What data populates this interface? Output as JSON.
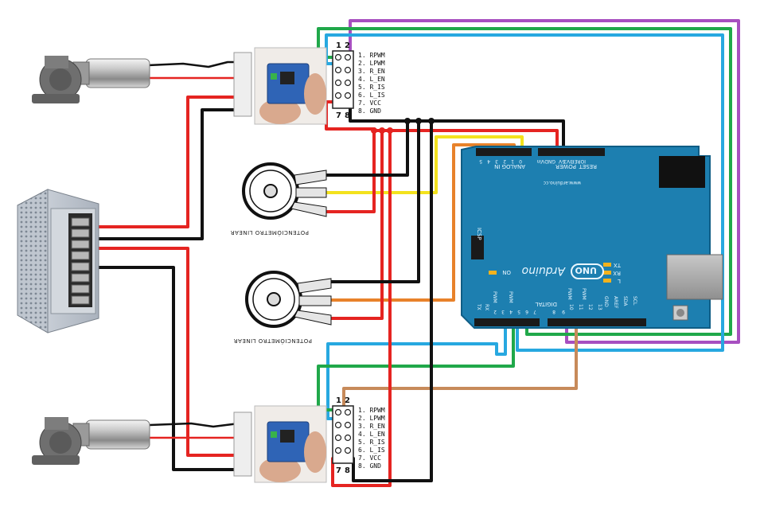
{
  "driver_header": {
    "col_labels": [
      "1",
      "2"
    ],
    "bottom_labels": [
      "7",
      "8"
    ],
    "pins": [
      "1. RPWM",
      "2. LPWM",
      "3. R_EN",
      "4. L_EN",
      "5. R_IS",
      "6. L_IS",
      "7. VCC",
      "8. GND"
    ]
  },
  "potentiometer": {
    "label": "POTENCIÓMETRO LINEAR"
  },
  "arduino": {
    "brand": "Arduino",
    "model": "UNO",
    "on_label": "ON",
    "tx_label": "TX",
    "rx_label": "RX",
    "l_label": "L",
    "icsp_label": "ICSP",
    "analog_label": "ANALOG IN",
    "power_label": "POWER",
    "reset_label": "RESET",
    "digital_label": "DIGITAL",
    "pwm_label": "PWM",
    "aref_label": "AREF",
    "gnd_label": "GND",
    "sda_label": "SDA",
    "scl_label": "SCL",
    "ioref_label": "IOREF",
    "v33_label": "3V3",
    "v5_label": "5V",
    "vin_label": "Vin",
    "website": "www.arduino.cc",
    "analog_pins": [
      "0",
      "1",
      "2",
      "3",
      "4",
      "5"
    ],
    "digital_pins": [
      "TX",
      "RX",
      "2",
      "3",
      "4",
      "5",
      "6",
      "7",
      "8",
      "9",
      "10",
      "11",
      "12",
      "13"
    ]
  },
  "colors": {
    "board": "#1d7fb0",
    "red": "#e52421",
    "black": "#111111",
    "blue": "#27a8e0",
    "green": "#20a84a",
    "purple": "#a74fc0",
    "orange": "#e8822a",
    "yellow": "#f3e21d",
    "brown": "#c78a5a"
  }
}
